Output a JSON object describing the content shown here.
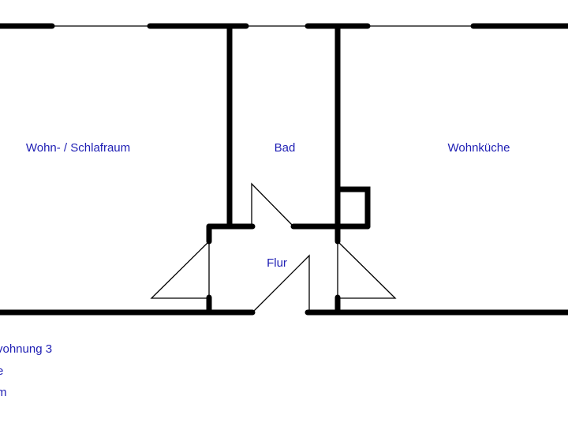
{
  "colors": {
    "wall": "#000000",
    "thin_line": "#000000",
    "label": "#1f1fb4",
    "background": "#ffffff"
  },
  "rooms": {
    "living_bedroom": "Wohn- / Schlafraum",
    "bathroom": "Bad",
    "kitchen": "Wohnküche",
    "hallway": "Flur"
  },
  "info": {
    "line1": "vohnung 3",
    "line2": "e",
    "line3": "m"
  }
}
